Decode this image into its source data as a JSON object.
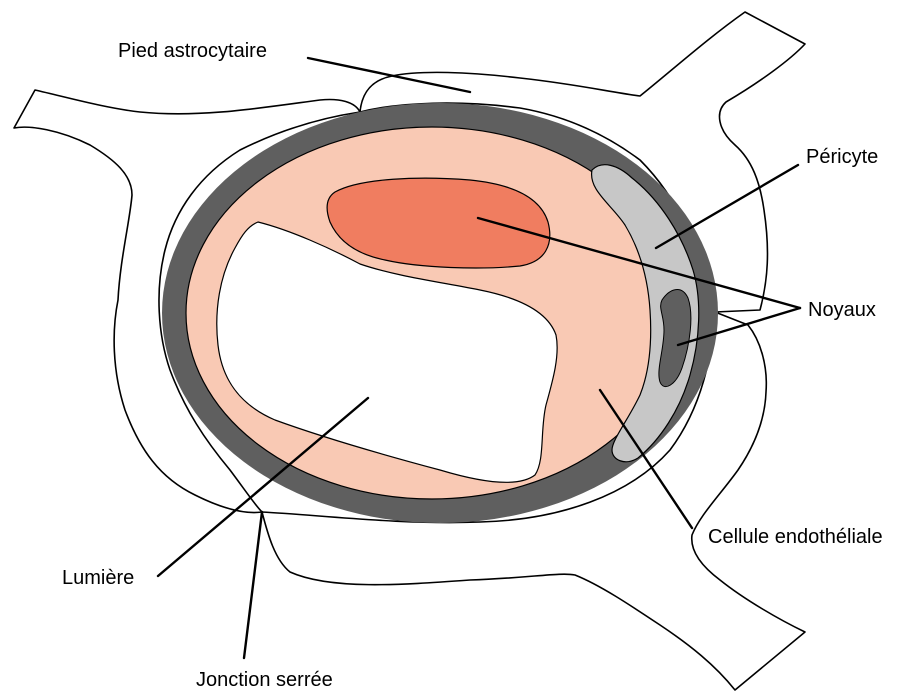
{
  "labels": {
    "pied": "Pied astrocytaire",
    "pericyte": "Péricyte",
    "noyaux": "Noyaux",
    "cellule": "Cellule endothéliale",
    "lumiere": "Lumière",
    "jonction": "Jonction serrée"
  },
  "colors": {
    "basement_membrane": "#5f5f5f",
    "endothelial_cell": "#f9c9b4",
    "nucleus": "#f07d60",
    "pericyte": "#c7c7c7",
    "lumen": "#ffffff",
    "outline": "#000000"
  }
}
